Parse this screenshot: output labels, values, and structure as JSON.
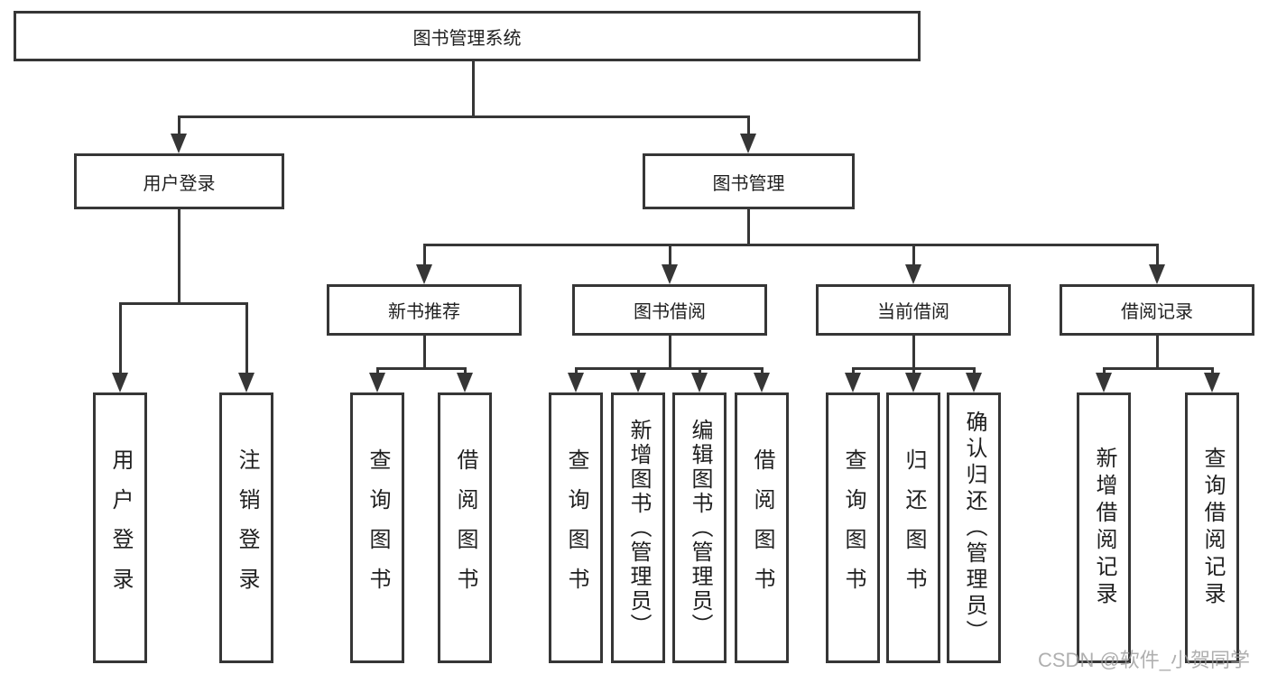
{
  "title": "图书管理系统",
  "colors": {
    "line": "#363636",
    "text": "#1f1f1f",
    "watermark": "#9c9c9c",
    "background": "#ffffff"
  },
  "tree": {
    "label": "图书管理系统",
    "children": [
      {
        "label": "用户登录",
        "children": [
          {
            "label": "用户登录"
          },
          {
            "label": "注销登录"
          }
        ]
      },
      {
        "label": "图书管理",
        "children": [
          {
            "label": "新书推荐",
            "children": [
              {
                "label": "查询图书"
              },
              {
                "label": "借阅图书"
              }
            ]
          },
          {
            "label": "图书借阅",
            "children": [
              {
                "label": "查询图书"
              },
              {
                "label": "新增图书（管理员）"
              },
              {
                "label": "编辑图书（管理员）"
              },
              {
                "label": "借阅图书"
              }
            ]
          },
          {
            "label": "当前借阅",
            "children": [
              {
                "label": "查询图书"
              },
              {
                "label": "归还图书"
              },
              {
                "label": "确认归还（管理员）"
              }
            ]
          },
          {
            "label": "借阅记录",
            "children": [
              {
                "label": "新增借阅记录"
              },
              {
                "label": "查询借阅记录"
              }
            ]
          }
        ]
      }
    ]
  },
  "watermark": "CSDN @软件_小贺同学"
}
